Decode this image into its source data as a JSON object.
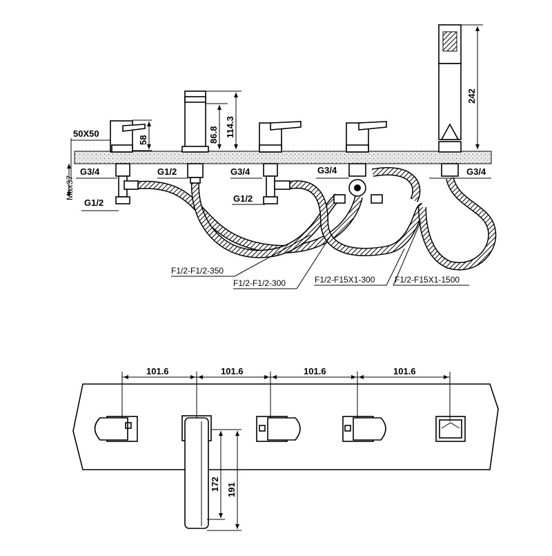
{
  "labels": {
    "size_50x50": "50X50",
    "h_58": "58",
    "h_86_8": "86.8",
    "h_114_3": "114.3",
    "h_242": "242",
    "thread_g34_a": "G3/4",
    "thread_g12_a": "G1/2",
    "thread_g34_b": "G3/4",
    "thread_g34_c": "G3/4",
    "thread_g34_d": "G3/4",
    "thread_g12_b": "G1/2",
    "thread_g12_c": "G1/2",
    "max37": "Max37",
    "hose_1": "F1/2-F1/2-350",
    "hose_2": "F1/2-F1/2-300",
    "hose_3": "F1/2-F15X1-300",
    "hose_4": "F1/2-F15X1-1500",
    "spacing": [
      "101.6",
      "101.6",
      "101.6",
      "101.6"
    ],
    "spout_172": "172",
    "spout_191": "191"
  }
}
